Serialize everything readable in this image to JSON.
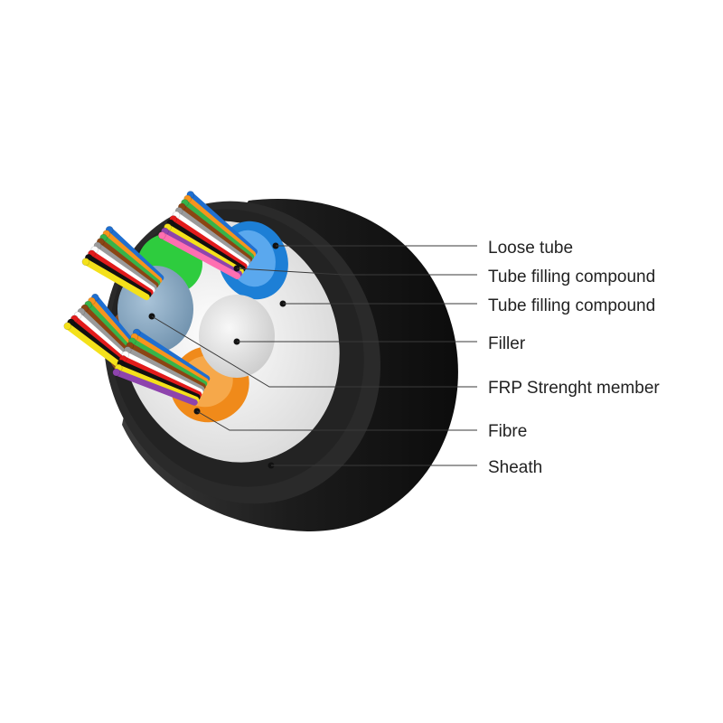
{
  "labels": {
    "loose_tube": "Loose tube",
    "tube_filling_compound_1": "Tube filling compound",
    "tube_filling_compound_2": "Tube filling compound",
    "filler": "Filler",
    "frp_strength_member": "FRP Strenght member",
    "fibre": "Fibre",
    "sheath": "Sheath"
  },
  "colors": {
    "sheath": "#1e1e1e",
    "inner_jacket": "#f4f4f4",
    "strength_member": "#8faec7",
    "filler": "#e6e6e6",
    "tube_blue": "#1d7fd6",
    "tube_green": "#2ecc3e",
    "tube_orange": "#f08a1a",
    "tube_brown": "#8a4b1e",
    "fibre_palette": [
      "#1f6fd0",
      "#f7941d",
      "#37b34a",
      "#8b4513",
      "#9a9a9a",
      "#ffffff",
      "#e21b1b",
      "#111111",
      "#f4e11a",
      "#8e44ad",
      "#ff6fb1",
      "#2ac3d6"
    ]
  }
}
